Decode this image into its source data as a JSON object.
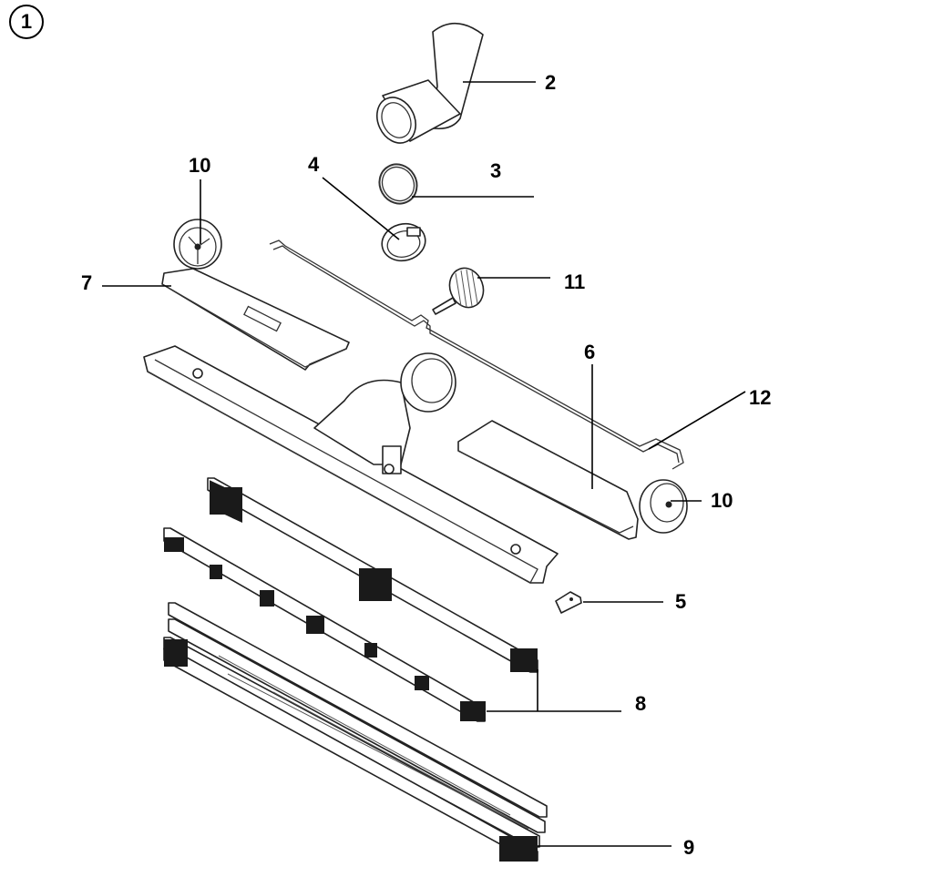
{
  "diagram": {
    "figure_number": "1",
    "callouts": [
      {
        "id": "c2",
        "text": "2"
      },
      {
        "id": "c3",
        "text": "3"
      },
      {
        "id": "c4",
        "text": "4"
      },
      {
        "id": "c5",
        "text": "5"
      },
      {
        "id": "c6",
        "text": "6"
      },
      {
        "id": "c7",
        "text": "7"
      },
      {
        "id": "c8",
        "text": "8"
      },
      {
        "id": "c9",
        "text": "9"
      },
      {
        "id": "c10a",
        "text": "10"
      },
      {
        "id": "c10b",
        "text": "10"
      },
      {
        "id": "c11",
        "text": "11"
      },
      {
        "id": "c12",
        "text": "12"
      }
    ]
  }
}
